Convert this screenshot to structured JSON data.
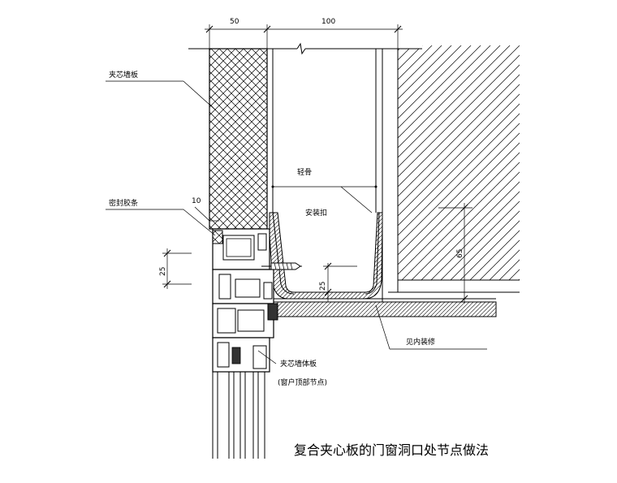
{
  "dimensions": {
    "top_left": "50",
    "top_right": "100",
    "gap_10": "10",
    "left_25": "25",
    "bottom_25": "25",
    "right_65": "65"
  },
  "labels": {
    "sandwich_wall_panel": "夹芯墙板",
    "sealing_strip": "密封胶条",
    "light_keel": "轻骨",
    "install_clip": "安装扣",
    "see_interior_finish": "见内装修",
    "sandwich_wall_body_panel": "夹芯墙体板",
    "window_top_node": "(窗户顶部节点)"
  },
  "title": "复合夹心板的门窗洞口处节点做法"
}
